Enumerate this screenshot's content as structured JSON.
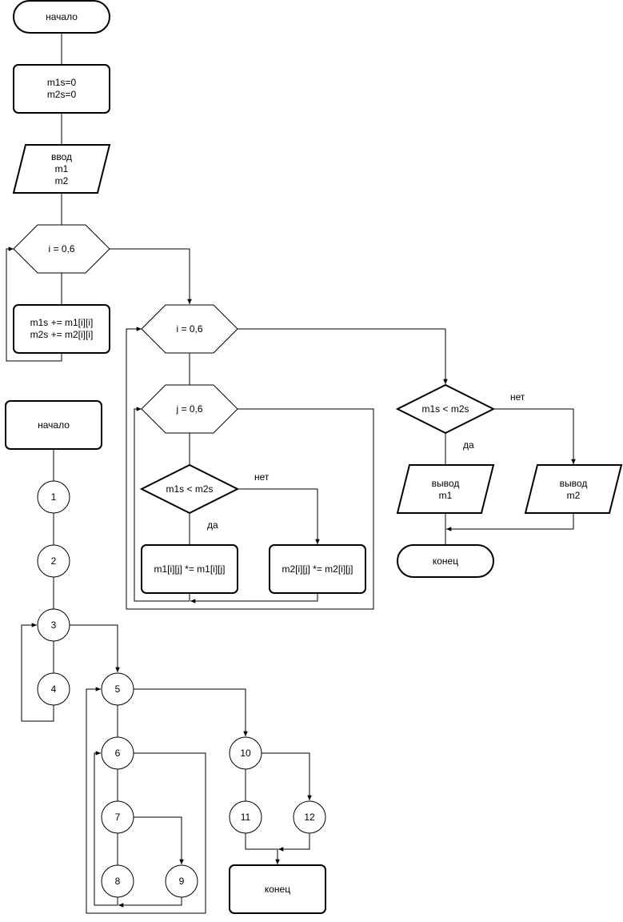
{
  "flowchart": {
    "start_label": "начало",
    "init_line1": "m1s=0",
    "init_line2": "m2s=0",
    "input_line1": "ввод",
    "input_line2": "m1",
    "input_line3": "m2",
    "loop_i_first": "i = 0,6",
    "sum_line1": "m1s += m1[i][i]",
    "sum_line2": "m2s += m2[i][i]",
    "loop_i_second": "i = 0,6",
    "loop_j": "j = 0,6",
    "inner_condition": "m1s < m2s",
    "inner_no": "нет",
    "inner_yes": "да",
    "square_m1": "m1[i][j] *= m1[i][j]",
    "square_m2": "m2[i][j] *= m2[i][j]",
    "outer_condition": "m1s < m2s",
    "outer_no": "нет",
    "outer_yes": "да",
    "output_m1_line1": "вывод",
    "output_m1_line2": "m1",
    "output_m2_line1": "вывод",
    "output_m2_line2": "m2",
    "end_label": "конец"
  },
  "graph": {
    "start_label": "начало",
    "end_label": "конец",
    "nodes": [
      "1",
      "2",
      "3",
      "4",
      "5",
      "6",
      "7",
      "8",
      "9",
      "10",
      "11",
      "12"
    ]
  }
}
